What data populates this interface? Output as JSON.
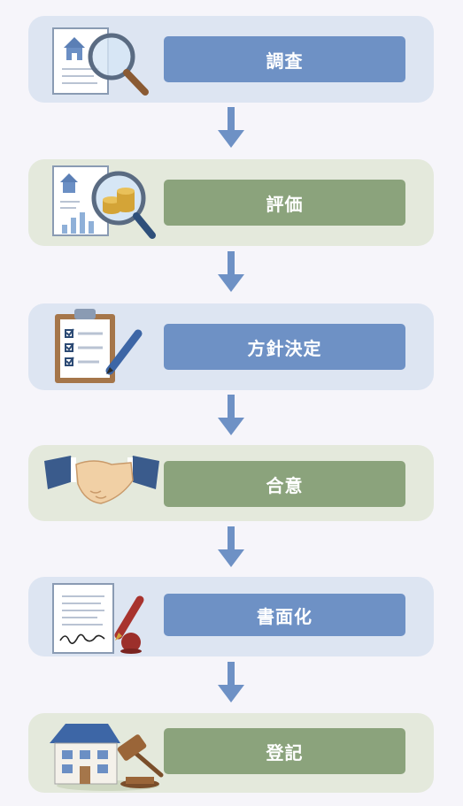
{
  "steps": [
    {
      "label": "調査",
      "icon": "house-document-magnifier-icon",
      "tone": "blue"
    },
    {
      "label": "評価",
      "icon": "house-coins-magnifier-icon",
      "tone": "green"
    },
    {
      "label": "方針決定",
      "icon": "clipboard-checklist-pen-icon",
      "tone": "blue"
    },
    {
      "label": "合意",
      "icon": "handshake-icon",
      "tone": "green"
    },
    {
      "label": "書面化",
      "icon": "signed-contract-pen-seal-icon",
      "tone": "blue"
    },
    {
      "label": "登記",
      "icon": "house-gavel-icon",
      "tone": "green"
    }
  ],
  "colors": {
    "blue_box": "#6e91c5",
    "green_box": "#8ba37c",
    "arrow": "#6e91c5"
  }
}
